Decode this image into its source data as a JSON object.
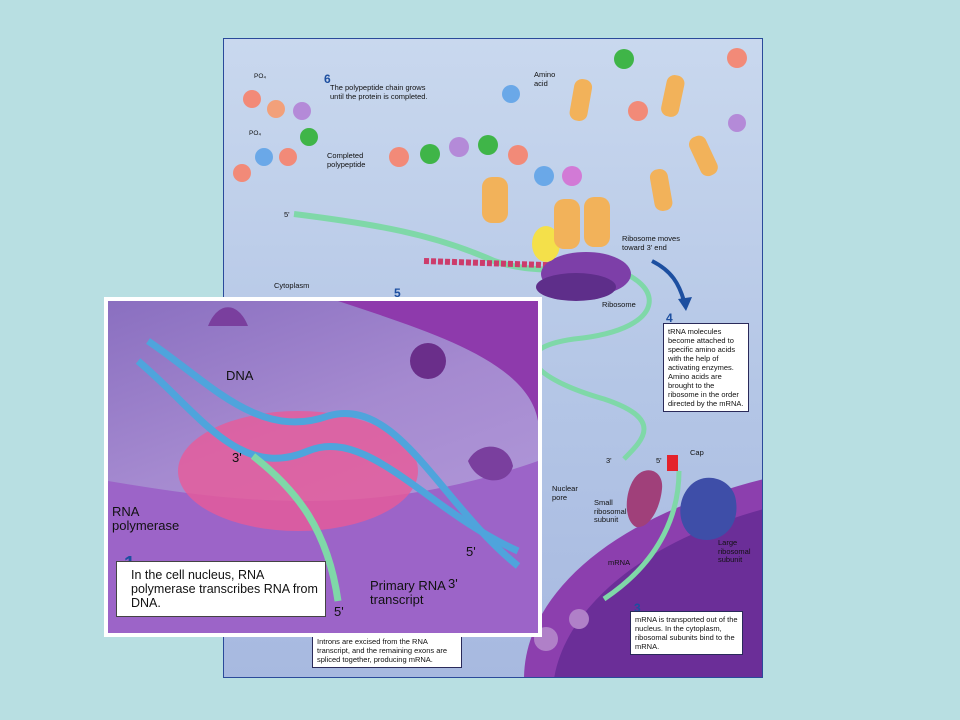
{
  "steps": {
    "step1": {
      "number": "1",
      "text": "In the cell nucleus, RNA polymerase transcribes RNA from DNA."
    },
    "step2_partial": {
      "number": "5",
      "text": "Introns are excised from the RNA transcript, and the remaining exons are spliced together, producing mRNA."
    },
    "step3": {
      "number": "3",
      "text": "mRNA is transported out of the nucleus. In the cytoplasm, ribosomal subunits bind to the mRNA."
    },
    "step4": {
      "number": "4",
      "text": "tRNA molecules become attached to specific amino acids with the help of activating enzymes. Amino acids are brought to the ribosome in the order directed by the mRNA."
    },
    "step6": {
      "number": "6",
      "text": "The polypeptide chain grows until the protein is completed."
    }
  },
  "labels": {
    "po4_top": "PO₄",
    "po4_bottom": "PO₄",
    "completed_polypeptide": "Completed polypeptide",
    "amino_acid": "Amino acid",
    "five_prime_top": "5'",
    "ribosome_moves": "Ribosome moves toward 3' end",
    "cytoplasm": "Cytoplasm",
    "ribosome": "Ribosome",
    "three_prime_mid": "3'",
    "five_prime_mid": "5'",
    "cap": "Cap",
    "nuclear_pore": "Nuclear pore",
    "small_subunit": "Small ribosomal subunit",
    "large_subunit": "Large ribosomal subunit",
    "mrna": "mRNA"
  },
  "inset": {
    "dna": "DNA",
    "three_prime_top": "3'",
    "rna_polymerase": "RNA polymerase",
    "five_prime_right": "5'",
    "three_prime_right": "3'",
    "primary_transcript": "Primary RNA transcript",
    "five_prime_bottom": "5'"
  },
  "colors": {
    "background": "#b8dfe2",
    "number_blue": "#1d4fa0",
    "membrane_purple": "#7a3f9e",
    "mrna_green": "#7fd8a8",
    "trna_orange": "#f2b25a"
  }
}
